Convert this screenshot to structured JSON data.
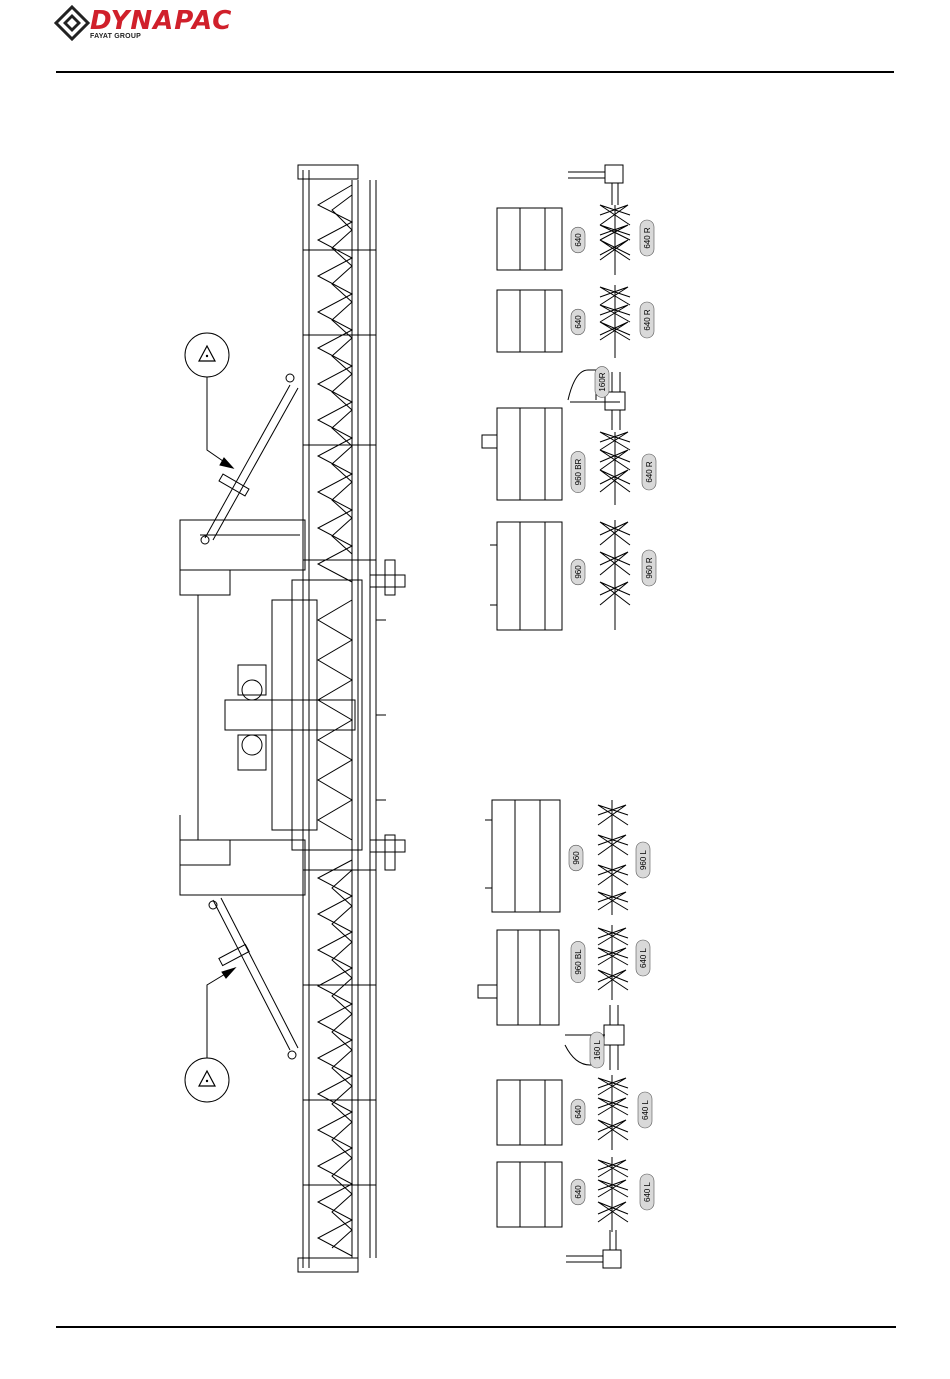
{
  "header": {
    "brand": "DYNAPAC",
    "tagline": "FAYAT GROUP"
  },
  "drawing": {
    "right_side": {
      "segments": [
        {
          "shell_label": "640",
          "auger_label": "640 R"
        },
        {
          "shell_label": "640",
          "auger_label": "640 R"
        },
        {
          "bearing_label": "160R"
        },
        {
          "shell_label": "960 BR",
          "auger_label": "640 R"
        },
        {
          "shell_label": "960",
          "auger_label": "960 R"
        }
      ]
    },
    "left_side": {
      "segments": [
        {
          "shell_label": "960",
          "auger_label": "960 L"
        },
        {
          "shell_label": "960 BL",
          "auger_label": "640 L"
        },
        {
          "bearing_label": "160 L"
        },
        {
          "shell_label": "640",
          "auger_label": "640 L"
        },
        {
          "shell_label": "640",
          "auger_label": "640 L"
        }
      ]
    },
    "warning_icon": "warning-triangle-icon",
    "accent_color": "#d0202b"
  }
}
